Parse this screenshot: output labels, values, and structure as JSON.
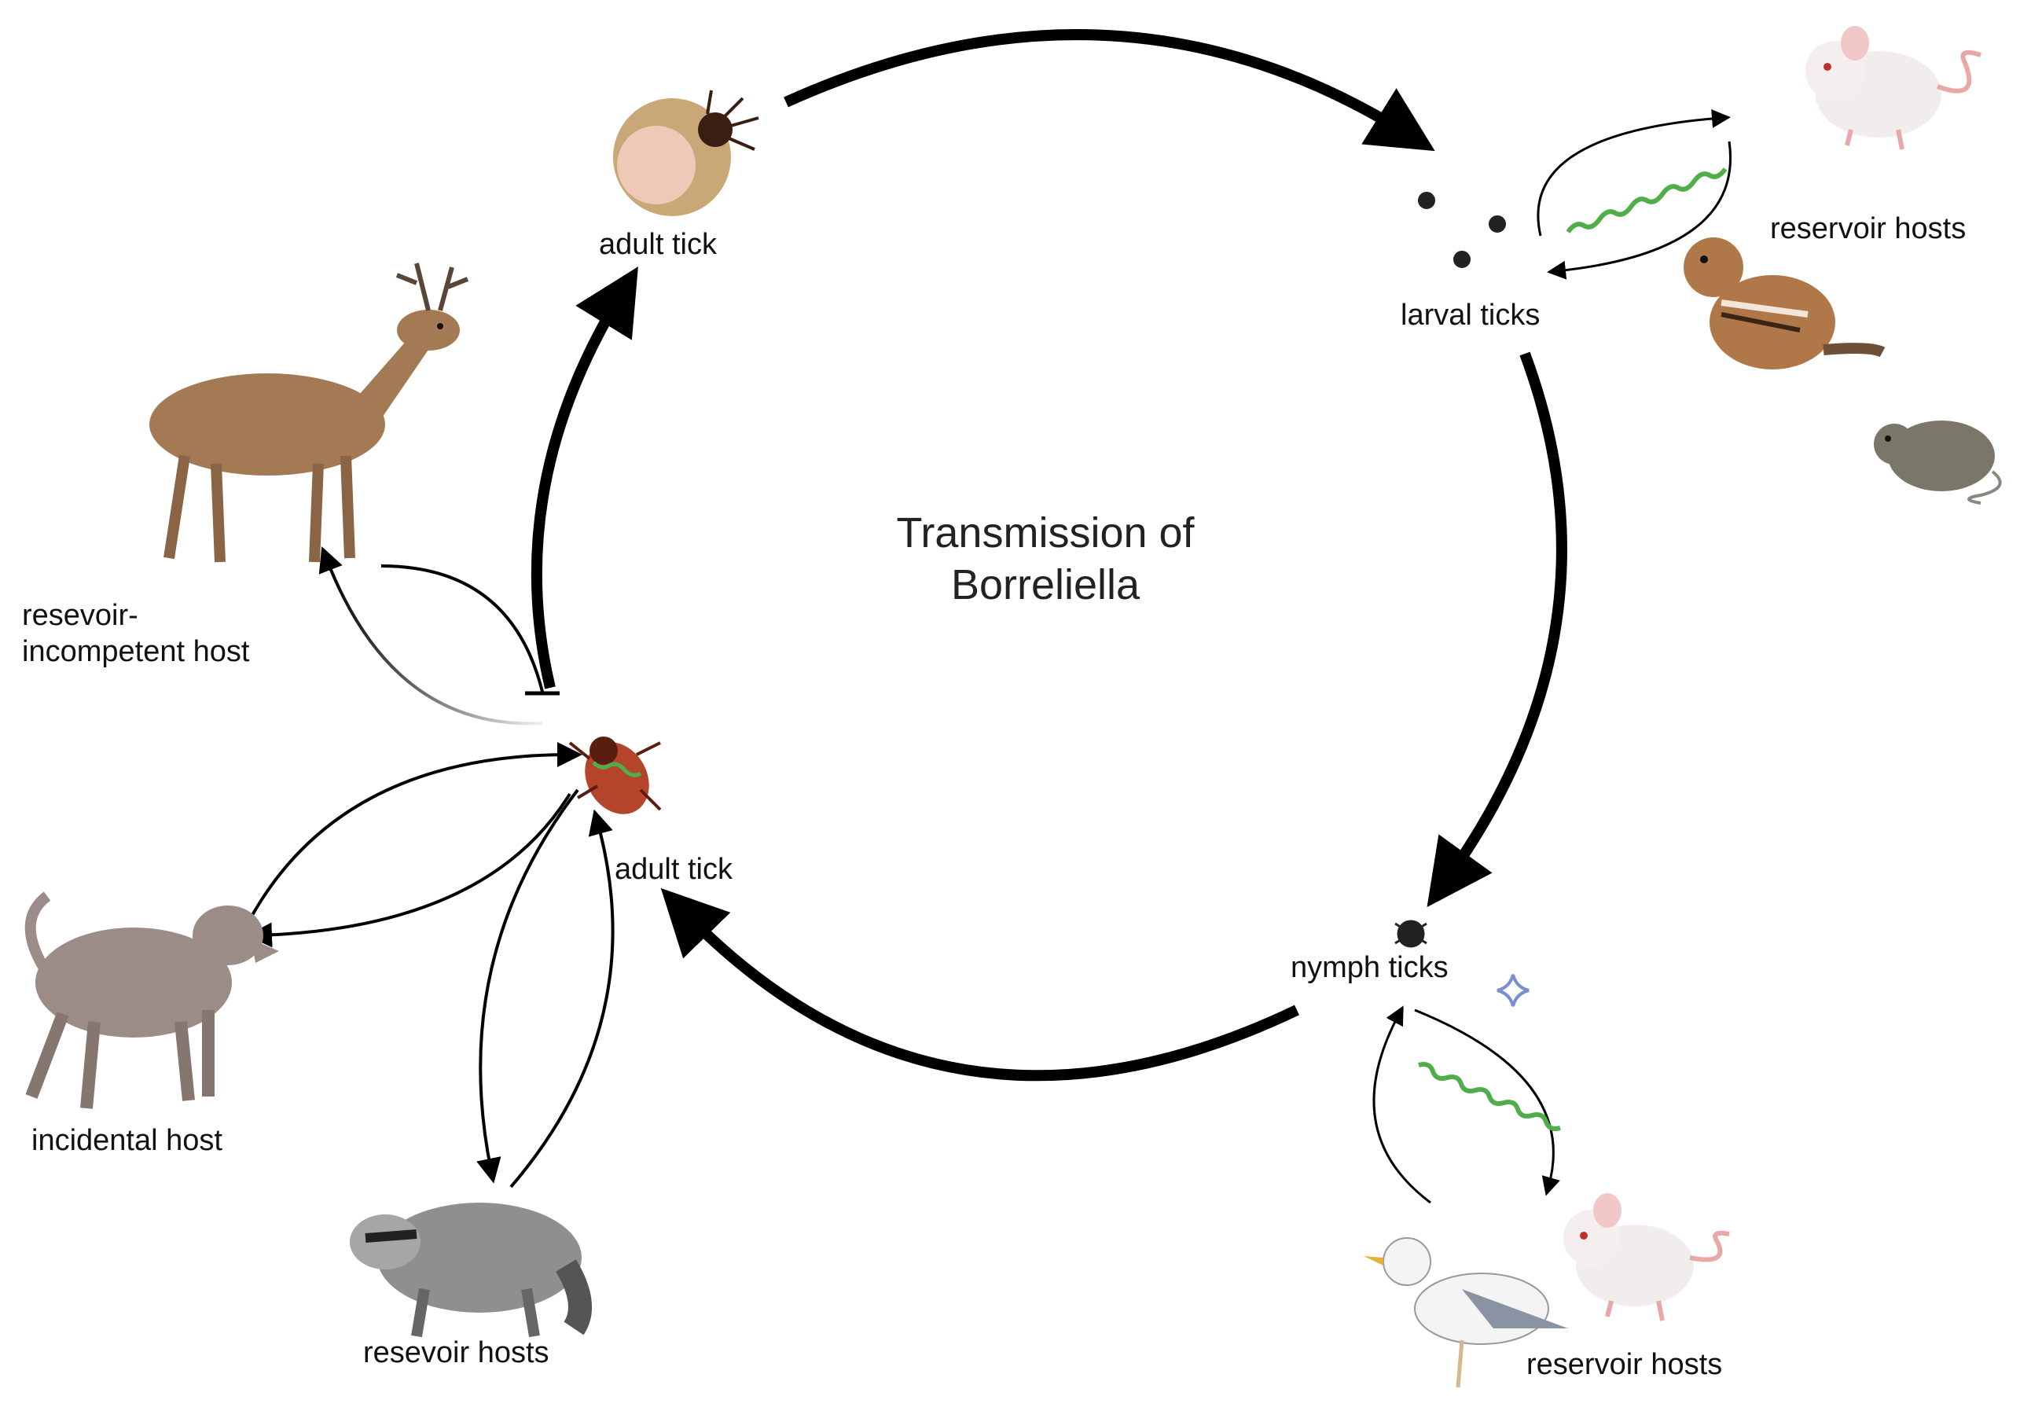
{
  "title": {
    "line1": "Transmission of",
    "line2": "Borreliella"
  },
  "labels": {
    "adult_tick_top": "adult tick",
    "larval_ticks": "larval ticks",
    "reservoir_hosts_top": "reservoir hosts",
    "nymph_ticks": "nymph ticks",
    "reservoir_hosts_bottom": "reservoir hosts",
    "adult_tick_bottom": "adult tick",
    "resevoir_hosts_raccoon": "resevoir hosts",
    "incidental_host": "incidental host",
    "incompetent_host_line1": "resevoir-",
    "incompetent_host_line2": "incompetent host"
  },
  "icons": {
    "adult_tick_engorged": "engorged-tick-with-eggs-icon",
    "larval_ticks": "larval-tick-icon",
    "nymph_tick": "nymph-tick-icon",
    "adult_tick_infected": "infected-adult-tick-icon",
    "bacteria": "spirochete-icon",
    "mouse": "white-mouse-icon",
    "chipmunk": "chipmunk-icon",
    "vole": "vole-icon",
    "gull": "seagull-icon",
    "deer": "deer-icon",
    "dog": "dog-icon",
    "raccoon": "raccoon-icon",
    "sparkle": "sparkle-icon"
  },
  "colors": {
    "arrow": "#000000",
    "spirochete": "#4fae4a",
    "sparkle": "#7a8fd0"
  }
}
